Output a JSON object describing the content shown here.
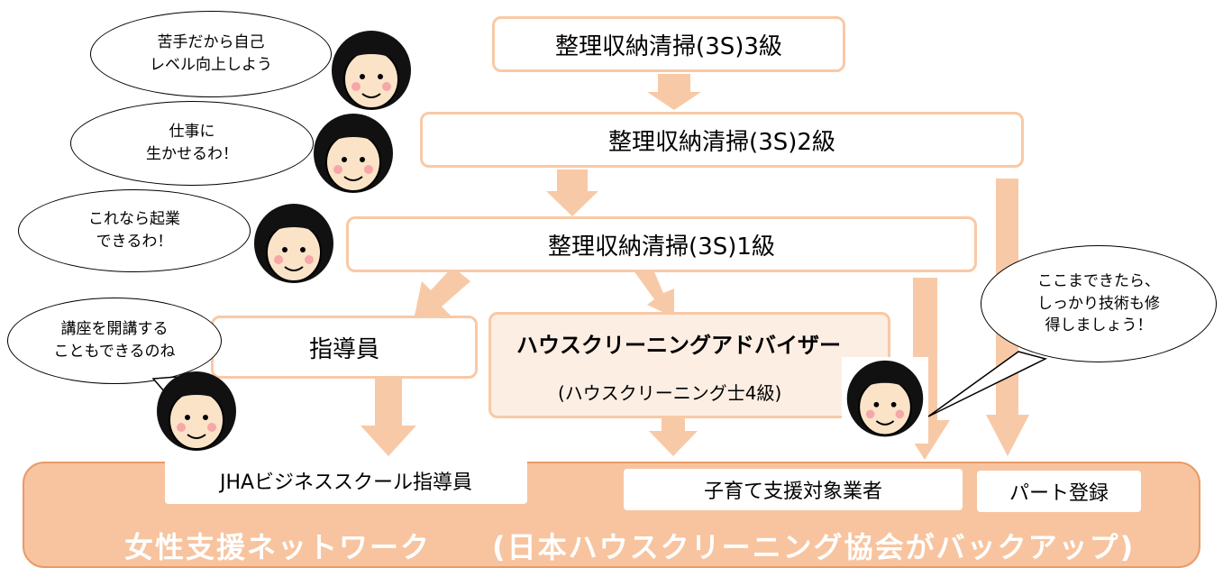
{
  "levels": {
    "level3": "整理収納清掃(3S)3級",
    "level2": "整理収納清掃(3S)2級",
    "level1": "整理収納清掃(3S)1級",
    "instructor": "指導員",
    "advisor_title": "ハウスクリーニングアドバイザー",
    "advisor_sub": "(ハウスクリーニング士4級)"
  },
  "outcomes": {
    "jha_instructor": "JHAビジネススクール指導員",
    "childcare": "子育て支援対象業者",
    "part_time": "パート登録"
  },
  "network_label": "女性支援ネットワーク　　(日本ハウスクリーニング協会がバックアップ)",
  "bubbles": {
    "b1_line1": "苦手だから自己",
    "b1_line2": "レベル向上しよう",
    "b2_line1": "仕事に",
    "b2_line2": "生かせるわ！",
    "b3_line1": "これなら起業",
    "b3_line2": "できるわ！",
    "b4_line1": "講座を開講する",
    "b4_line2": "こともできるのね",
    "b5_line1": "ここまできたら、",
    "b5_line2": "しっかり技術も修",
    "b5_line3": "得しましょう！"
  },
  "colors": {
    "box_border": "#f8c9a6",
    "arrow": "#f8c9a6",
    "network_fill": "#f7c49f",
    "advisor_fill": "#fdeee4"
  }
}
